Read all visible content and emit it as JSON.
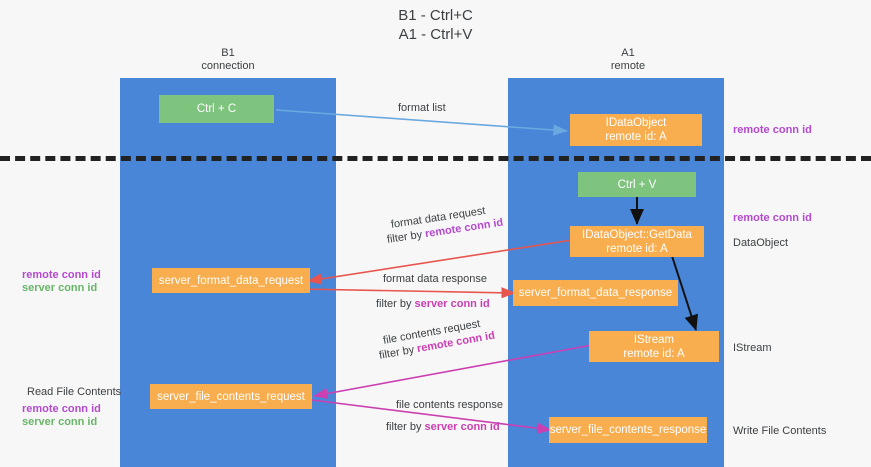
{
  "title": "B1 - Ctrl+C\nA1 - Ctrl+V",
  "columns": [
    {
      "name": "b1",
      "label": "B1\nconnection"
    },
    {
      "name": "a1",
      "label": "A1\nremote"
    }
  ],
  "colors": {
    "lane": "#4a86d8",
    "green_box": "#7ec47e",
    "orange_box": "#f8ad4f",
    "purple_text": "#b44ad0",
    "green_text": "#69b569",
    "magenta_text": "#cc3fb3",
    "blue_arrow": "#6aa9e0",
    "red_arrow": "#e8554e",
    "magenta_arrow": "#cc3fb3",
    "black_arrow": "#111111",
    "divider": "#222222",
    "background": "#f7f7f7"
  },
  "boxes": [
    {
      "name": "ctrl-c-box",
      "kind": "green",
      "label": "Ctrl + C"
    },
    {
      "name": "idataobject-box",
      "kind": "orange",
      "label": "IDataObject\nremote id: A"
    },
    {
      "name": "ctrl-v-box",
      "kind": "green",
      "label": "Ctrl + V"
    },
    {
      "name": "idataobject-getdata-box",
      "kind": "orange",
      "label": "IDataObject::GetData\nremote id: A"
    },
    {
      "name": "server-format-data-request-box",
      "kind": "orange",
      "label": "server_format_data_request"
    },
    {
      "name": "server-format-data-response-box",
      "kind": "orange",
      "label": "server_format_data_response"
    },
    {
      "name": "istream-box",
      "kind": "orange",
      "label": "IStream\nremote id: A"
    },
    {
      "name": "server-file-contents-request-box",
      "kind": "orange",
      "label": "server_file_contents_request"
    },
    {
      "name": "server-file-contents-response-box",
      "kind": "orange",
      "label": "server_file_contents_response"
    }
  ],
  "arrow_labels": {
    "format_list": "format list",
    "format_data_request": "format data request",
    "format_data_request_filter_prefix": "filter by ",
    "format_data_request_filter_value": "remote conn id",
    "format_data_response": "format data response",
    "format_data_response_filter_prefix": "filter by ",
    "format_data_response_filter_value": "server conn id",
    "file_contents_request": "file contents request",
    "file_contents_request_filter_prefix": "filter by ",
    "file_contents_request_filter_value": "remote conn id",
    "file_contents_response": "file contents response",
    "file_contents_response_filter_prefix": "filter by ",
    "file_contents_response_filter_value": "server conn id"
  },
  "left_annotations": [
    {
      "name": "left-remote-conn-id",
      "text": "remote conn id",
      "color": "purple"
    },
    {
      "name": "left-server-conn-id",
      "text": "server conn id",
      "color": "green"
    },
    {
      "name": "read-file-contents",
      "text": "Read File Contents",
      "color": "note"
    },
    {
      "name": "left-remote-conn-id-2",
      "text": "remote conn id",
      "color": "purple"
    },
    {
      "name": "left-server-conn-id-2",
      "text": "server conn id",
      "color": "green"
    }
  ],
  "right_annotations": [
    {
      "name": "right-remote-conn-id-top",
      "text": "remote conn id",
      "color": "purple"
    },
    {
      "name": "right-remote-conn-id-mid",
      "text": "remote conn id",
      "color": "purple"
    },
    {
      "name": "right-dataobject",
      "text": "DataObject",
      "color": "note"
    },
    {
      "name": "right-istream",
      "text": "IStream",
      "color": "note"
    },
    {
      "name": "right-write-file-contents",
      "text": "Write File Contents",
      "color": "note"
    }
  ]
}
